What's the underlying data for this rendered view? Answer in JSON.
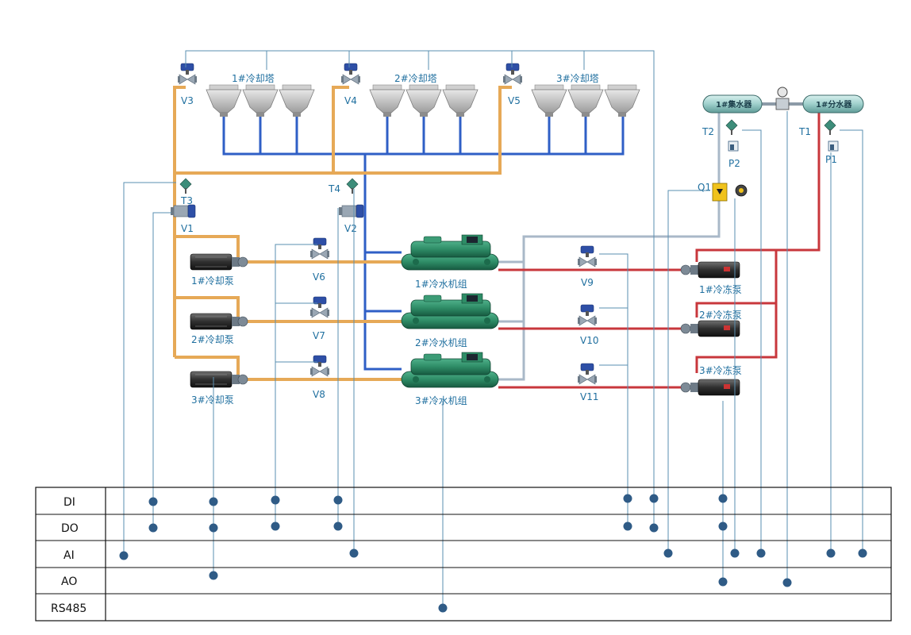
{
  "labels": {
    "tower1": "1#冷却塔",
    "tower2": "2#冷却塔",
    "tower3": "3#冷却塔",
    "tank_collect": "1#集水器",
    "tank_distribute": "1#分水器",
    "chiller1": "1#冷水机组",
    "chiller2": "2#冷水机组",
    "chiller3": "3#冷水机组",
    "cpump1": "1#冷却泵",
    "cpump2": "2#冷却泵",
    "cpump3": "3#冷却泵",
    "fpump1": "1#冷冻泵",
    "fpump2": "2#冷冻泵",
    "fpump3": "3#冷冻泵",
    "V1": "V1",
    "V2": "V2",
    "V3": "V3",
    "V4": "V4",
    "V5": "V5",
    "V6": "V6",
    "V7": "V7",
    "V8": "V8",
    "V9": "V9",
    "V10": "V10",
    "V11": "V11",
    "T1": "T1",
    "T2": "T2",
    "T3": "T3",
    "T4": "T4",
    "P1": "P1",
    "P2": "P2",
    "Q1": "Q1"
  },
  "io_rows": [
    "DI",
    "DO",
    "AI",
    "AO",
    "RS485"
  ],
  "colors": {
    "cooling_pipe": "#e6a957",
    "chilled_return": "#2f5fc6",
    "chilled_supply": "#c8373c",
    "bypass_pipe": "#a9b8c8",
    "signal_line": "#5a8fb0",
    "dot": "#2f5b86",
    "equipment_green": "#2e8c66"
  }
}
